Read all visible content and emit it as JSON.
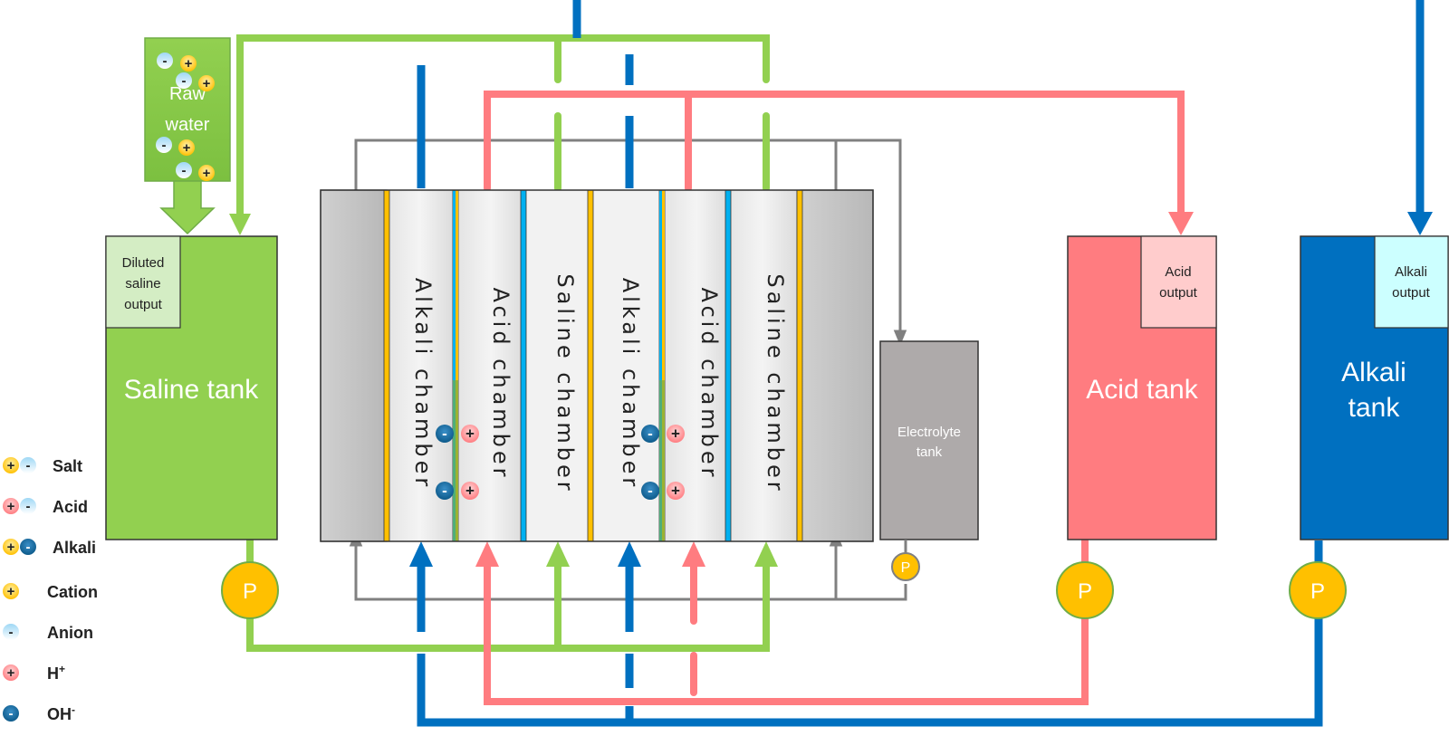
{
  "colors": {
    "green": "#92d050",
    "red": "#ff7c80",
    "blue": "#0070c0",
    "gray": "#808080",
    "pump": "#ffc000",
    "membrane_yellow": "#ffc000",
    "membrane_blue": "#00b0f0"
  },
  "raw_water": {
    "line1": "Raw",
    "line2": "water"
  },
  "saline_tank": {
    "label": "Saline tank",
    "output": [
      "Diluted",
      "saline",
      "output"
    ]
  },
  "chambers": [
    "Alkali chamber",
    "Acid chamber",
    "Saline chamber",
    "Alkali chamber",
    "Acid chamber",
    "Saline chamber"
  ],
  "electrolyte_tank": {
    "line1": "Electrolyte",
    "line2": "tank"
  },
  "acid_tank": {
    "label": "Acid tank",
    "output": [
      "Acid",
      "output"
    ]
  },
  "alkali_tank": {
    "line1": "Alkali",
    "line2": "tank",
    "output": [
      "Alkali",
      "output"
    ]
  },
  "pump_label": "P",
  "ion_signs": {
    "plus": "+",
    "minus": "-"
  },
  "legend": [
    {
      "label": "Salt",
      "icons": [
        "cation",
        "anion"
      ]
    },
    {
      "label": "Acid",
      "icons": [
        "h-plus",
        "anion"
      ]
    },
    {
      "label": "Alkali",
      "icons": [
        "cation",
        "oh-minus"
      ]
    },
    {
      "label": "Cation",
      "icons": [
        "cation"
      ]
    },
    {
      "label": "Anion",
      "icons": [
        "anion"
      ]
    },
    {
      "label": "H",
      "sup": "+",
      "icons": [
        "h-plus"
      ]
    },
    {
      "label": "OH",
      "sup": "-",
      "icons": [
        "oh-minus"
      ]
    }
  ]
}
